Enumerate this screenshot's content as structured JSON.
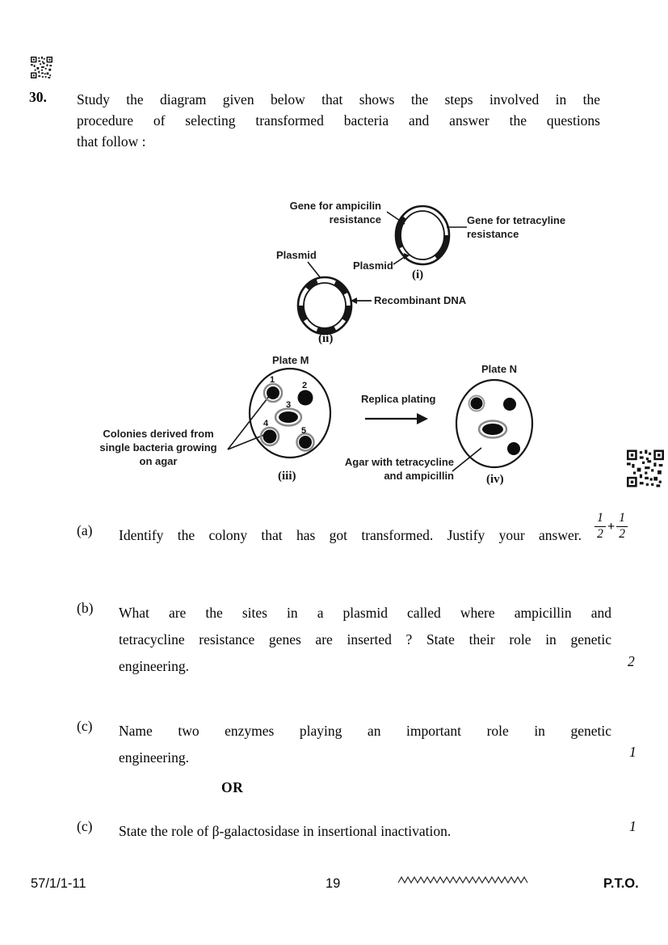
{
  "question": {
    "number": "30.",
    "lines": [
      "Study the diagram given below that shows the steps involved in the",
      "procedure of selecting transformed bacteria and answer the questions",
      "that follow :"
    ]
  },
  "diagram": {
    "gene_ampicillin_label": "Gene for ampicilin\nresistance",
    "gene_tetracycline_label": "Gene for tetracyline\nresistance",
    "plasmid_label_left": "Plasmid",
    "plasmid_label_right": "Plasmid",
    "recombinant_dna_label": "Recombinant DNA",
    "numeral_i": "(i)",
    "numeral_ii": "(ii)",
    "numeral_iii": "(iii)",
    "numeral_iv": "(iv)",
    "plate_m_label": "Plate M",
    "plate_n_label": "Plate N",
    "colonies_label": "Colonies derived from\nsingle bacteria growing\non agar",
    "replica_plating_label": "Replica plating",
    "agar_label": "Agar with tetracycline\nand ampicillin",
    "colony_numbers": [
      "1",
      "2",
      "3",
      "4",
      "5"
    ]
  },
  "parts": {
    "a": {
      "label": "(a)",
      "text": "Identify the colony that has got transformed. Justify your answer.",
      "marks_num1": "1",
      "marks_den1": "2",
      "marks_plus": "+",
      "marks_num2": "1",
      "marks_den2": "2"
    },
    "b": {
      "label": "(b)",
      "lines": [
        "What are the sites in a plasmid called where ampicillin and",
        "tetracycline resistance genes are inserted ? State their role in genetic",
        "engineering."
      ],
      "marks": "2"
    },
    "c1": {
      "label": "(c)",
      "lines": [
        "Name two enzymes playing an important role in genetic",
        "engineering."
      ],
      "marks": "1"
    },
    "or_label": "OR",
    "c2": {
      "label": "(c)",
      "text": "State the role of β-galactosidase in insertional inactivation.",
      "marks": "1"
    }
  },
  "footer": {
    "paper_code": "57/1/1-11",
    "page_number": "19",
    "pto": "P.T.O."
  }
}
